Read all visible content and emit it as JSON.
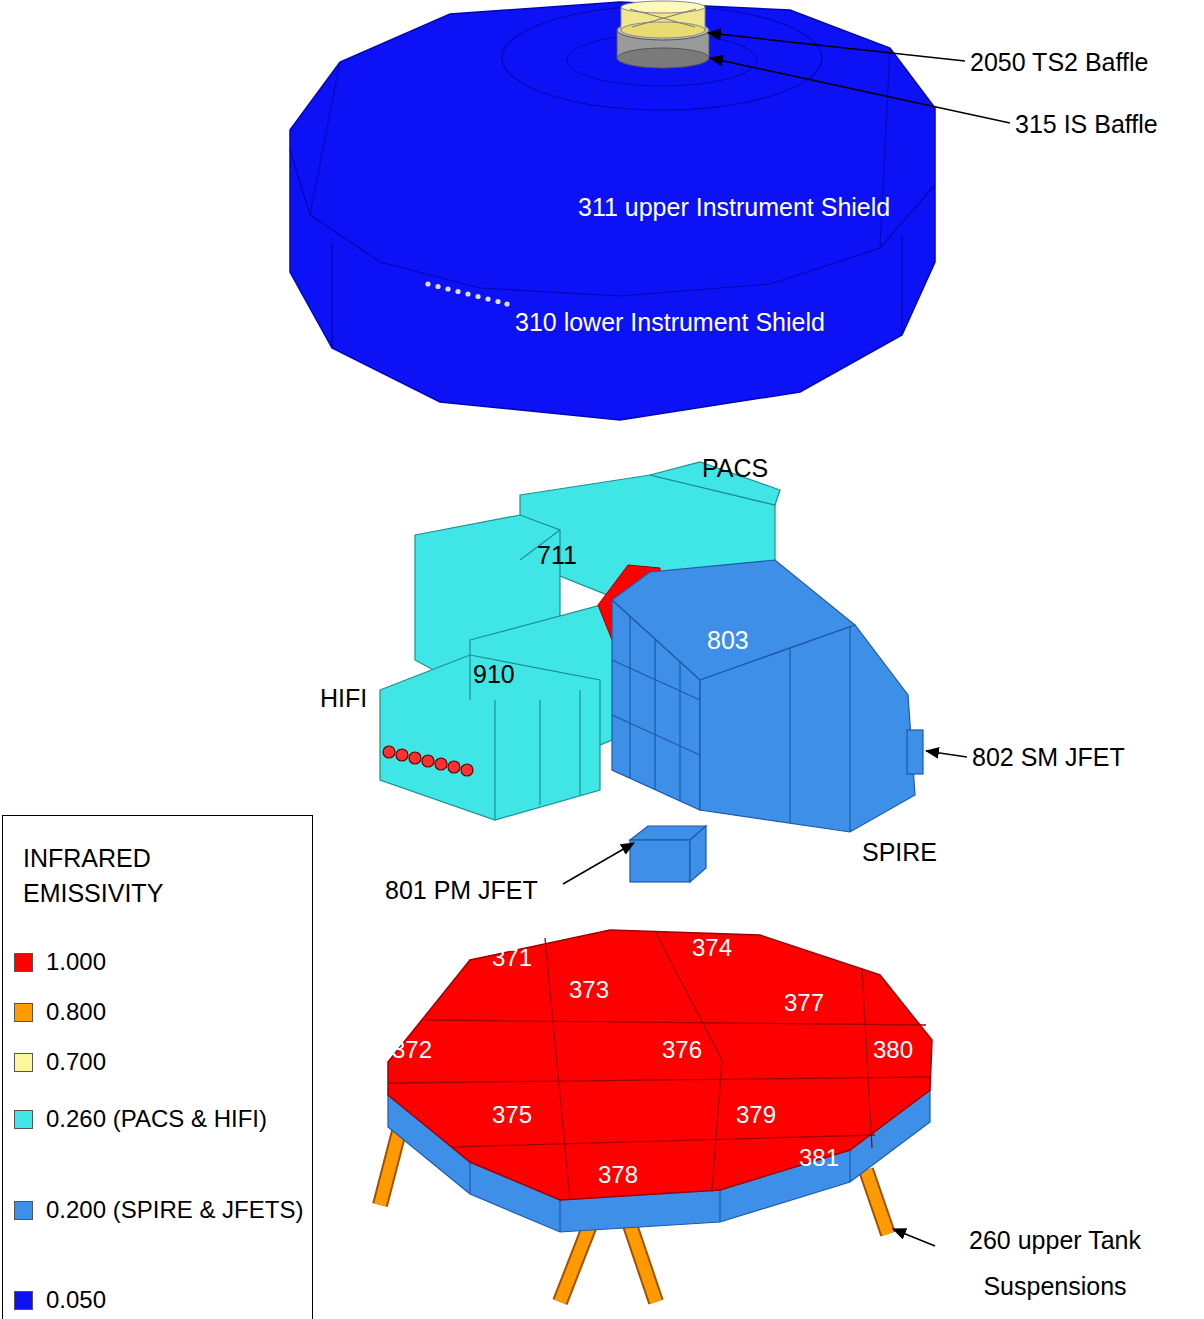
{
  "diagram": {
    "labels": [
      "2050 TS2 Baffle",
      "315 IS Baffle",
      "311 upper Instrument Shield",
      "310 lower Instrument Shield",
      "PACS",
      "711",
      "910",
      "803",
      "HIFI",
      "802 SM JFET",
      "SPIRE",
      "801 PM JFET",
      "INFRARED EMISSIVITY",
      "371",
      "374",
      "373",
      "377",
      "372",
      "376",
      "380",
      "375",
      "379",
      "378",
      "381",
      "260 upper Tank Suspensions"
    ],
    "legend": [
      {
        "text": "1.000",
        "color": "#ff0000"
      },
      {
        "text": "0.800",
        "color": "#ff9a00"
      },
      {
        "text": "0.700",
        "color": "#fff59a"
      },
      {
        "text": "0.260 (PACS & HIFI)",
        "color": "#40e6e6"
      },
      {
        "text": "0.200 (SPIRE & JFETS)",
        "color": "#3d8fe8"
      },
      {
        "text": "0.050",
        "color": "#0c12f5"
      }
    ]
  }
}
